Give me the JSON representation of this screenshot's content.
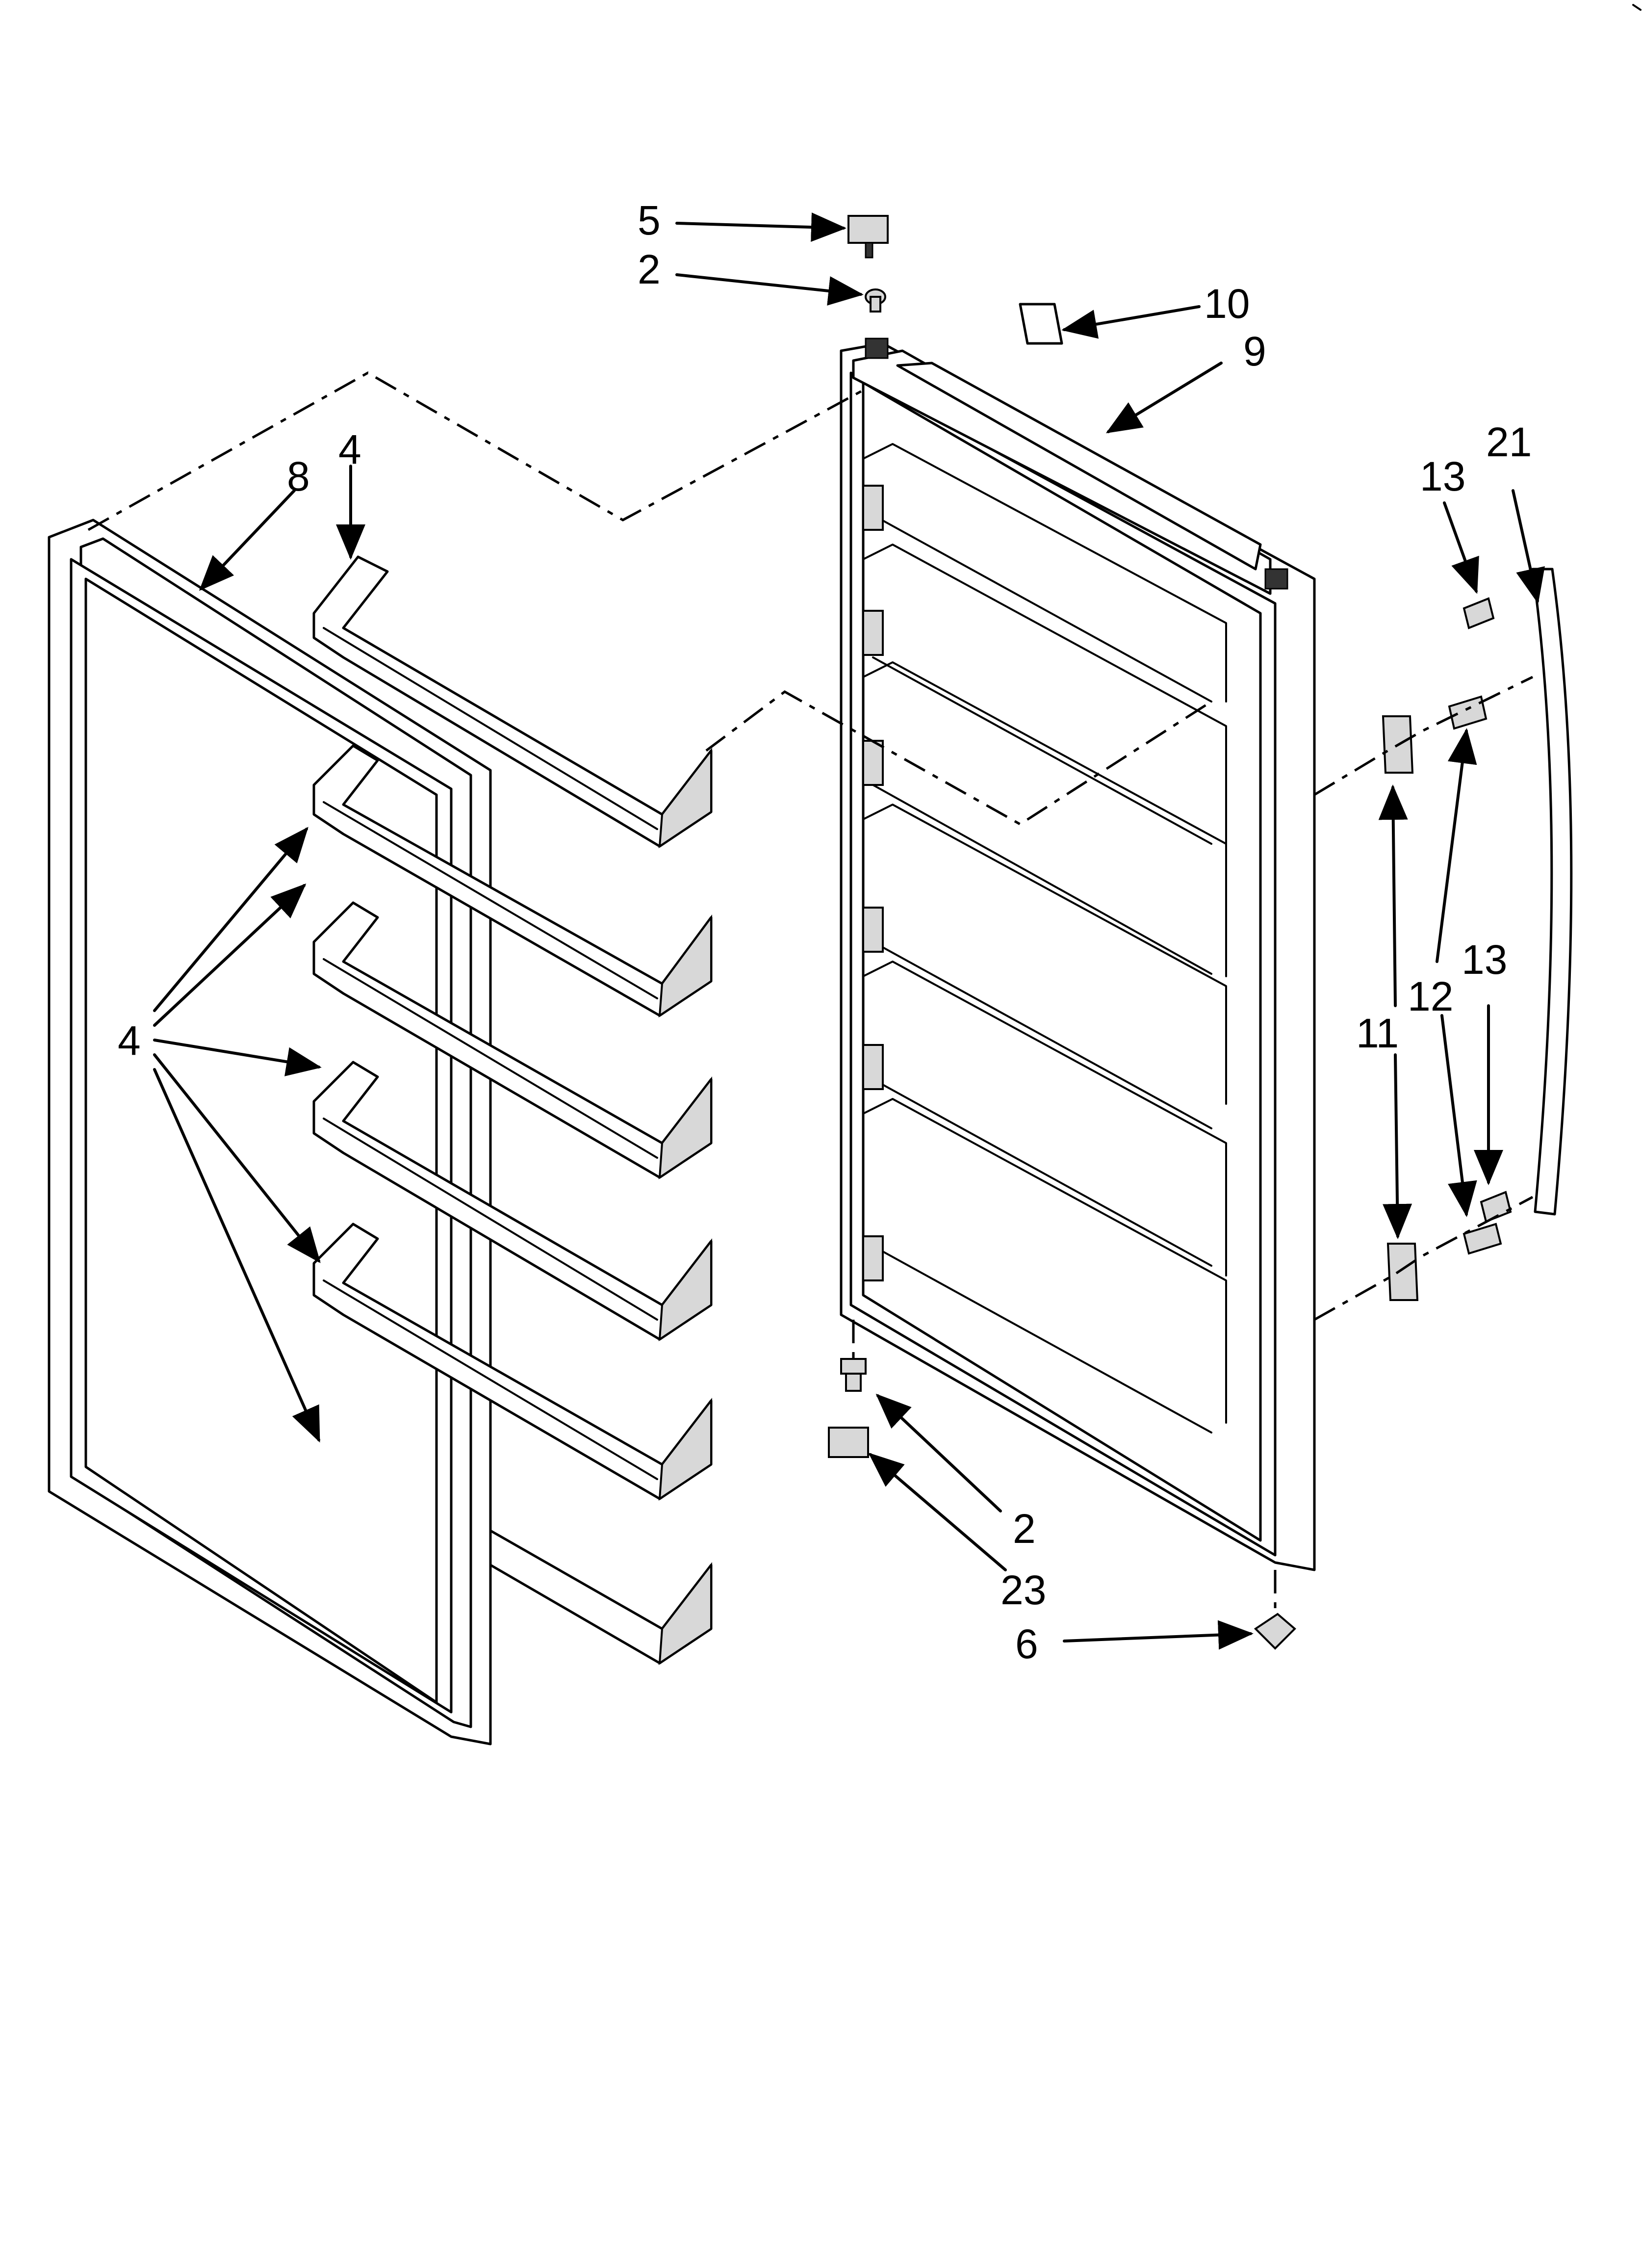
{
  "labels": {
    "top_hinge": "5",
    "top_bushing": "2",
    "label_plate": "10",
    "door_assembly": "9",
    "gasket": "8",
    "top_shelf": "4",
    "shelves_group": "4",
    "screw_top": "13",
    "handle": "21",
    "clip": "11",
    "screw_side": "12",
    "screw_bottom": "13",
    "bottom_bushing": "2",
    "bottom_hinge": "23",
    "foot": "6"
  }
}
